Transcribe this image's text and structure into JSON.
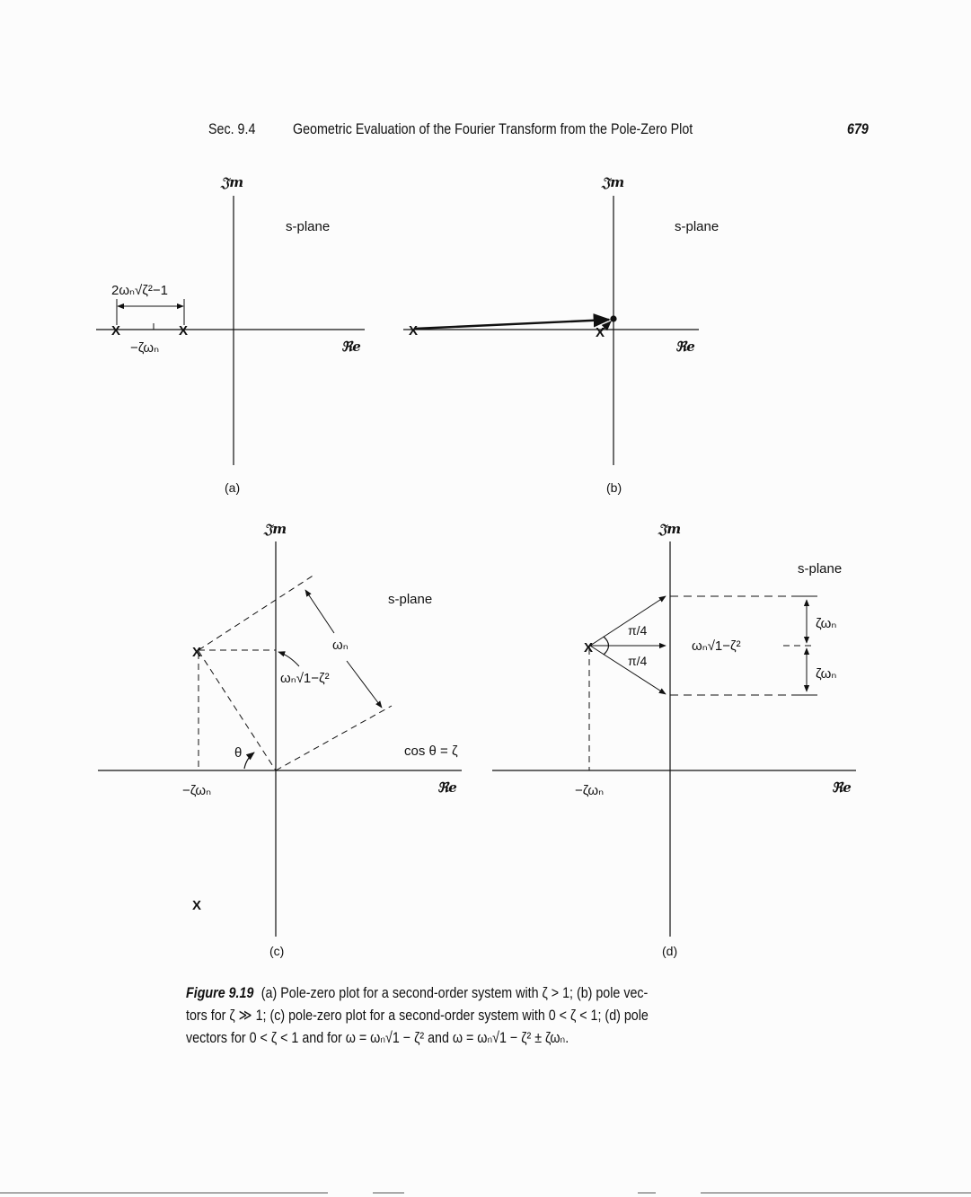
{
  "header": {
    "section": "Sec. 9.4",
    "title": "Geometric Evaluation of the Fourier Transform from the Pole-Zero Plot",
    "page_number": "679"
  },
  "axes": {
    "im": "𝔍m",
    "re": "ℜe"
  },
  "panel_a": {
    "plane": "s-plane",
    "width_label": "2ωₙ√ζ²−1",
    "center_label": "−ζωₙ",
    "label": "(a)"
  },
  "panel_b": {
    "plane": "s-plane",
    "label": "(b)"
  },
  "panel_c": {
    "plane": "s-plane",
    "omega_n": "ωₙ",
    "omega_d": "ωₙ√1−ζ²",
    "theta": "θ",
    "cos_label": "cos θ = ζ",
    "center_label": "−ζωₙ",
    "pole_mark": "X",
    "label": "(c)"
  },
  "panel_d": {
    "plane": "s-plane",
    "angle_upper": "π/4",
    "angle_lower": "π/4",
    "omega_d": "ωₙ√1−ζ²",
    "zeta_upper": "ζωₙ",
    "zeta_lower": "ζωₙ",
    "center_label": "−ζωₙ",
    "label": "(d)"
  },
  "caption": {
    "lead": "Figure 9.19",
    "line1": "(a) Pole-zero plot for a second-order system with ζ > 1; (b) pole vec-",
    "line2": "tors for ζ ≫ 1; (c) pole-zero plot for a second-order system with 0 < ζ < 1; (d) pole",
    "line3": "vectors for 0 < ζ < 1 and for ω = ωₙ√1 − ζ² and ω = ωₙ√1 − ζ² ± ζωₙ."
  }
}
